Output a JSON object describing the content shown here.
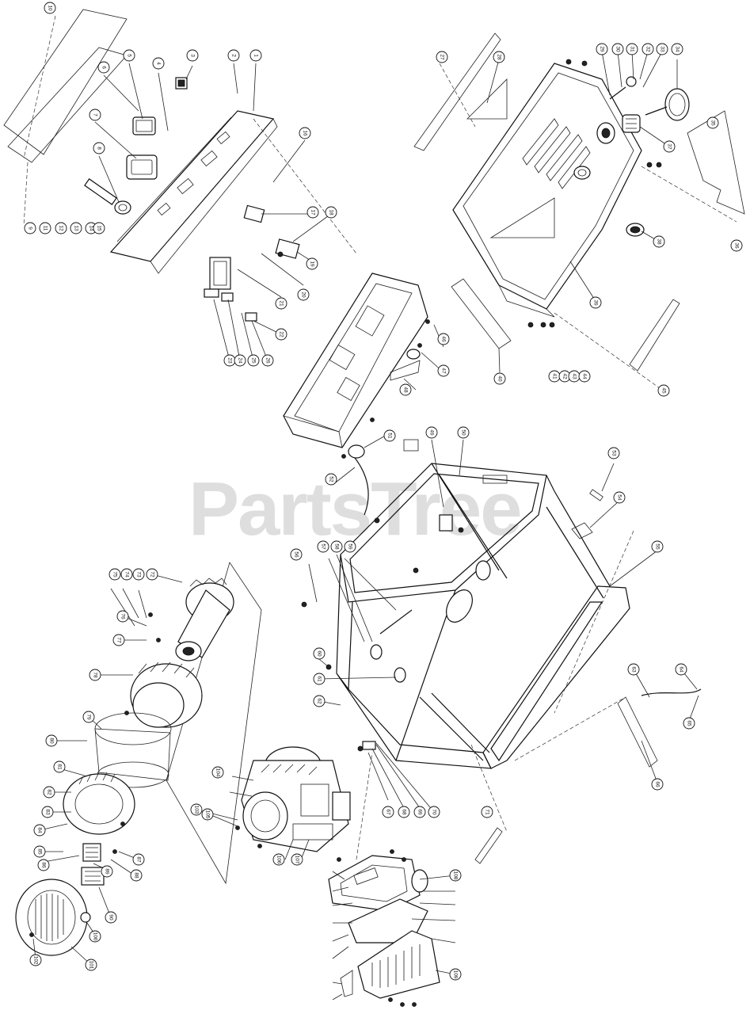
{
  "watermark": {
    "text": "PartsTree"
  },
  "callouts": [
    {
      "label": "10"
    },
    {
      "label": "1"
    },
    {
      "label": "2"
    },
    {
      "label": "3"
    },
    {
      "label": "4"
    },
    {
      "label": "5"
    },
    {
      "label": "6"
    },
    {
      "label": "7"
    },
    {
      "label": "8"
    },
    {
      "label": "9"
    },
    {
      "label": "11"
    },
    {
      "label": "12"
    },
    {
      "label": "13"
    },
    {
      "label": "14"
    },
    {
      "label": "15"
    },
    {
      "label": "16"
    },
    {
      "label": "17"
    },
    {
      "label": "18"
    },
    {
      "label": "19"
    },
    {
      "label": "20"
    },
    {
      "label": "21"
    },
    {
      "label": "22"
    },
    {
      "label": "23"
    },
    {
      "label": "24"
    },
    {
      "label": "25"
    },
    {
      "label": "26"
    },
    {
      "label": "27"
    },
    {
      "label": "28"
    },
    {
      "label": "29"
    },
    {
      "label": "30"
    },
    {
      "label": "31"
    },
    {
      "label": "32"
    },
    {
      "label": "33"
    },
    {
      "label": "34"
    },
    {
      "label": "35"
    },
    {
      "label": "36"
    },
    {
      "label": "37"
    },
    {
      "label": "38"
    },
    {
      "label": "39"
    },
    {
      "label": "40"
    },
    {
      "label": "41"
    },
    {
      "label": "42"
    },
    {
      "label": "43"
    },
    {
      "label": "44"
    },
    {
      "label": "45"
    },
    {
      "label": "46"
    },
    {
      "label": "47"
    },
    {
      "label": "48"
    },
    {
      "label": "49"
    },
    {
      "label": "50"
    },
    {
      "label": "51"
    },
    {
      "label": "52"
    },
    {
      "label": "53"
    },
    {
      "label": "54"
    },
    {
      "label": "55"
    },
    {
      "label": "56"
    },
    {
      "label": "57"
    },
    {
      "label": "58"
    },
    {
      "label": "59"
    },
    {
      "label": "60"
    },
    {
      "label": "61"
    },
    {
      "label": "62"
    },
    {
      "label": "63"
    },
    {
      "label": "64"
    },
    {
      "label": "65"
    },
    {
      "label": "66"
    },
    {
      "label": "67"
    },
    {
      "label": "68"
    },
    {
      "label": "69"
    },
    {
      "label": "70"
    },
    {
      "label": "71"
    },
    {
      "label": "72"
    },
    {
      "label": "73"
    },
    {
      "label": "74"
    },
    {
      "label": "75"
    },
    {
      "label": "76"
    },
    {
      "label": "77"
    },
    {
      "label": "78"
    },
    {
      "label": "79"
    },
    {
      "label": "80"
    },
    {
      "label": "81"
    },
    {
      "label": "82"
    },
    {
      "label": "83"
    },
    {
      "label": "84"
    },
    {
      "label": "85"
    },
    {
      "label": "86"
    },
    {
      "label": "87"
    },
    {
      "label": "88"
    },
    {
      "label": "89"
    },
    {
      "label": "90"
    },
    {
      "label": "100"
    },
    {
      "label": "101"
    },
    {
      "label": "102"
    },
    {
      "label": "103"
    },
    {
      "label": "104"
    },
    {
      "label": "105"
    },
    {
      "label": "106"
    },
    {
      "label": "107"
    },
    {
      "label": "108"
    },
    {
      "label": "109"
    }
  ]
}
